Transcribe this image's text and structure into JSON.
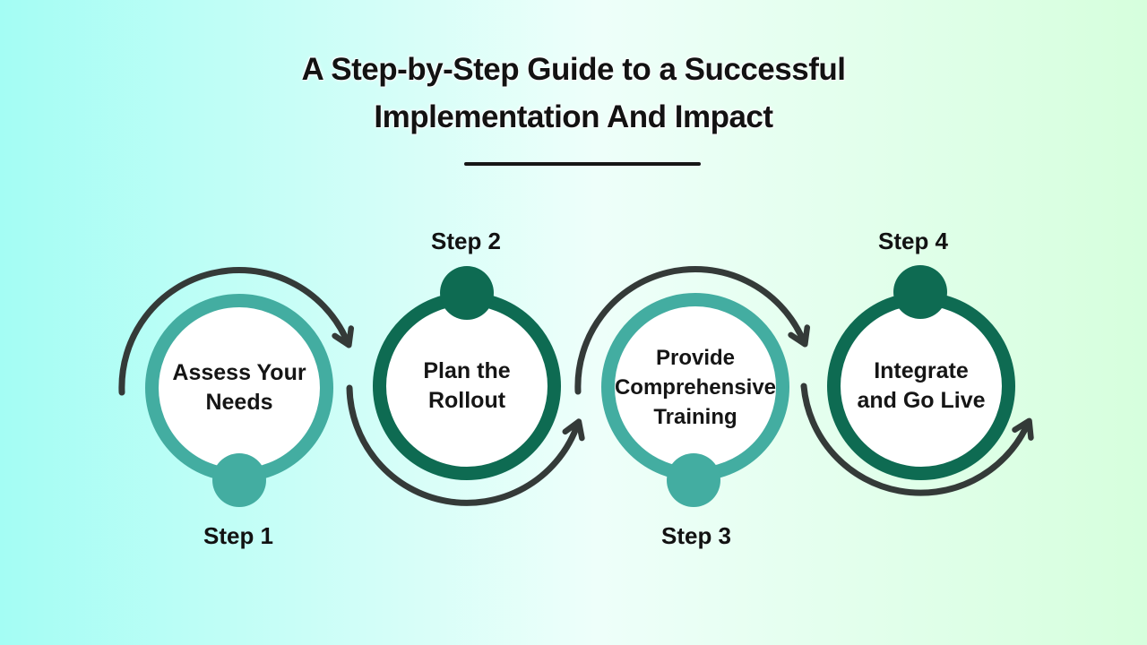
{
  "title": {
    "line1": "A Step-by-Step Guide to a Successful",
    "line2": "Implementation And Impact"
  },
  "steps": [
    {
      "label": "Step 1",
      "lines": [
        "Assess Your",
        "Needs"
      ],
      "variant": "teal",
      "dot_position": "bottom",
      "label_position": "below",
      "arrow": "over-top"
    },
    {
      "label": "Step 2",
      "lines": [
        "Plan the",
        "Rollout"
      ],
      "variant": "green",
      "dot_position": "top",
      "label_position": "above",
      "arrow": "under-bottom"
    },
    {
      "label": "Step 3",
      "lines": [
        "Provide",
        "Comprehensive",
        "Training"
      ],
      "variant": "teal",
      "dot_position": "bottom",
      "label_position": "below",
      "arrow": "over-top"
    },
    {
      "label": "Step 4",
      "lines": [
        "Integrate",
        "and Go Live"
      ],
      "variant": "green",
      "dot_position": "top",
      "label_position": "above",
      "arrow": "under-bottom"
    }
  ],
  "colors": {
    "teal": "#43ada1",
    "green": "#0e6b52",
    "arrow": "#343a38",
    "text": "#151515",
    "circle_fill": "#ffffff",
    "background_left": "#a4fdf4",
    "background_middle": "#eefffa",
    "background_right": "#d6ffdd"
  }
}
